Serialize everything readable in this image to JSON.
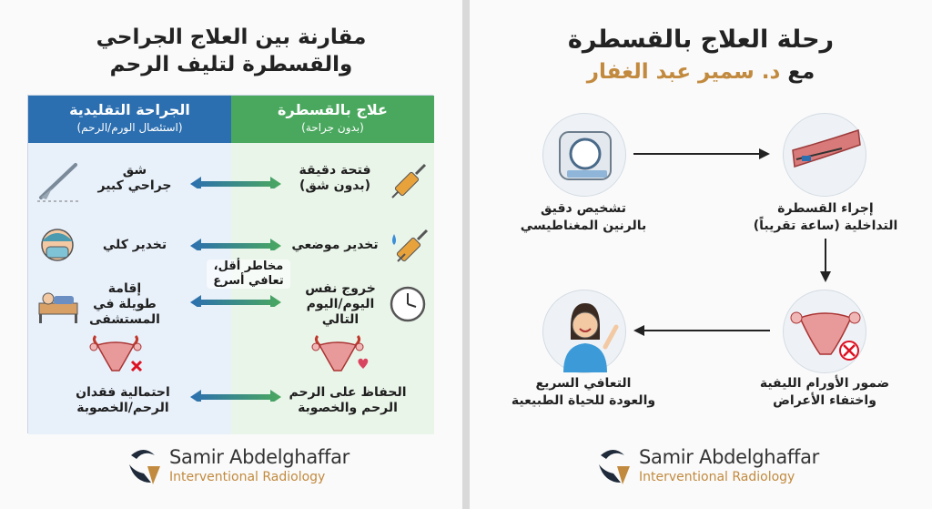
{
  "left": {
    "title_line1": "مقارنة بين العلاج الجراحي",
    "title_line2": "والقسطرة لتليف الرحم",
    "header_surgery": {
      "title": "الجراحة التقليدية",
      "subtitle": "(استئصال الورم/الرحم)"
    },
    "header_catheter": {
      "title": "علاج بالقسطرة",
      "subtitle": "(بدون جراحة)"
    },
    "surgery_items": [
      {
        "line1": "شق",
        "line2": "جراحي كبير",
        "line3": ""
      },
      {
        "line1": "تخدير كلي",
        "line2": "",
        "line3": ""
      },
      {
        "line1": "إقامة",
        "line2": "طويلة في",
        "line3": "المستشفى"
      },
      {
        "line1": "احتمالية فقدان",
        "line2": "الرحم/الخصوبة",
        "line3": ""
      }
    ],
    "catheter_items": [
      {
        "line1": "فتحة دقيقة",
        "line2": "(بدون شق)",
        "line3": ""
      },
      {
        "line1": "تخدير موضعي",
        "line2": "",
        "line3": ""
      },
      {
        "line1": "خروج نفس",
        "line2": "اليوم/اليوم",
        "line3": "التالي"
      },
      {
        "line1": "الحفاظ على الرحم",
        "line2": "الرحم والخصوبة",
        "line3": ""
      }
    ],
    "middle_note_line1": "مخاطر أقل،",
    "middle_note_line2": "تعافي أسرع"
  },
  "right": {
    "title_line1": "رحلة العلاج بالقسطرة",
    "title_prefix": "مع",
    "title_highlight": "د. سمير عبد الغفار",
    "steps": [
      {
        "line1": "تشخيص دقيق",
        "line2": "بالرنين المغناطيسي"
      },
      {
        "line1": "إجراء القسطرة",
        "line2": "التداخلية (ساعة تقريباً)"
      },
      {
        "line1": "ضمور الأورام الليفية",
        "line2": "واختفاء الأعراض"
      },
      {
        "line1": "التعافي السريع",
        "line2": "والعودة للحياة الطبيعية"
      }
    ]
  },
  "logo": {
    "name": "Samir Abdelghaffar",
    "subtitle": "Interventional Radiology"
  },
  "colors": {
    "surgery": "#2c6fb0",
    "catheter": "#4aa85e",
    "accent": "#c28a3e"
  }
}
